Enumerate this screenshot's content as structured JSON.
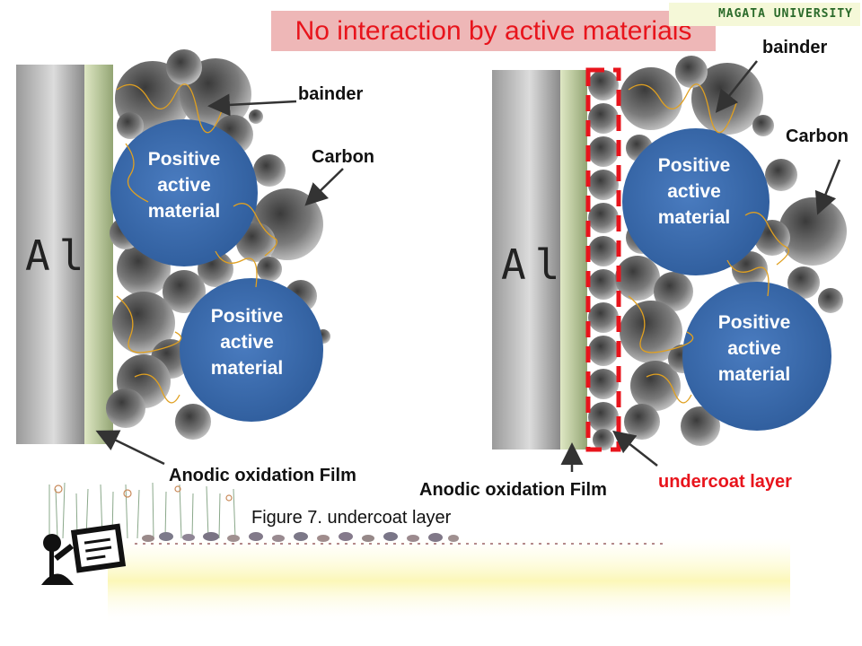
{
  "header": {
    "title": "No interaction by active materials",
    "university": "MAGATA UNIVERSITY"
  },
  "left_diagram": {
    "collector_label": "Al",
    "binder_label": "bainder",
    "carbon_label": "Carbon",
    "particle_top": "Positive active material",
    "particle_bottom": "Positive active material",
    "film_label": "Anodic oxidation Film"
  },
  "right_diagram": {
    "collector_label": "Al",
    "binder_label": "bainder",
    "carbon_label": "Carbon",
    "particle_top": "Positive active material",
    "particle_bottom": "Positive active material",
    "film_label": "Anodic oxidation Film",
    "undercoat_label": "undercoat layer"
  },
  "caption": "Figure 7. undercoat  layer",
  "colors": {
    "active_material": "#3d6fb0",
    "undercoat_outline": "#e8141c",
    "title_bg": "#eeb7b7",
    "title_text": "#e8141c",
    "binder": "#e0a020",
    "film": "#b8c99a"
  },
  "icons": {
    "presenter": "presenter-icon",
    "logo": "university-logo"
  }
}
